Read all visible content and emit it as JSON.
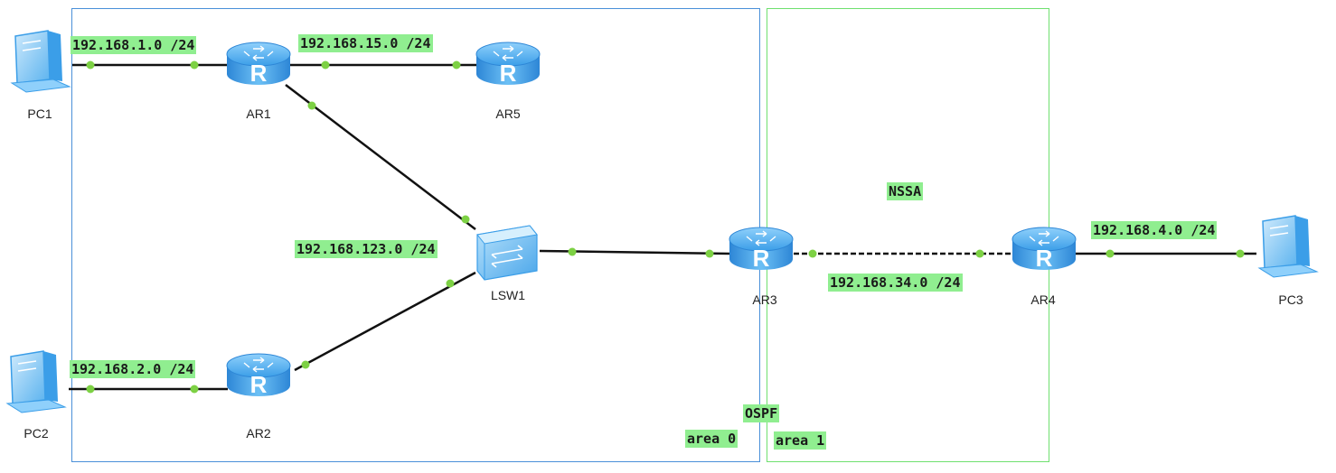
{
  "areas": [
    {
      "id": "area0",
      "label": "area 0",
      "border": "#4a90d9"
    },
    {
      "id": "area1",
      "label": "area 1",
      "border": "#6fe06f",
      "type_label": "NSSA"
    }
  ],
  "protocol_label": "OSPF",
  "devices": [
    {
      "id": "PC1",
      "label": "PC1",
      "kind": "pc-icon"
    },
    {
      "id": "PC2",
      "label": "PC2",
      "kind": "pc-icon"
    },
    {
      "id": "PC3",
      "label": "PC3",
      "kind": "pc-icon"
    },
    {
      "id": "AR1",
      "label": "AR1",
      "kind": "router-icon"
    },
    {
      "id": "AR2",
      "label": "AR2",
      "kind": "router-icon"
    },
    {
      "id": "AR3",
      "label": "AR3",
      "kind": "router-icon"
    },
    {
      "id": "AR4",
      "label": "AR4",
      "kind": "router-icon"
    },
    {
      "id": "AR5",
      "label": "AR5",
      "kind": "router-icon"
    },
    {
      "id": "LSW1",
      "label": "LSW1",
      "kind": "switch-icon"
    }
  ],
  "links": [
    {
      "from": "PC1",
      "to": "AR1",
      "style": "solid"
    },
    {
      "from": "AR1",
      "to": "AR5",
      "style": "solid"
    },
    {
      "from": "AR1",
      "to": "LSW1",
      "style": "solid"
    },
    {
      "from": "PC2",
      "to": "AR2",
      "style": "solid"
    },
    {
      "from": "AR2",
      "to": "LSW1",
      "style": "solid"
    },
    {
      "from": "LSW1",
      "to": "AR3",
      "style": "solid"
    },
    {
      "from": "AR3",
      "to": "AR4",
      "style": "dashed"
    },
    {
      "from": "AR4",
      "to": "PC3",
      "style": "solid"
    }
  ],
  "networks": {
    "net1": "192.168.1.0 /24",
    "net15": "192.168.15.0 /24",
    "net2": "192.168.2.0 /24",
    "net123": "192.168.123.0 /24",
    "net34": "192.168.34.0 /24",
    "net4": "192.168.4.0 /24"
  },
  "colors": {
    "link": "#111111",
    "port_dot": "#7dd144",
    "label_bg": "#90ee90",
    "device_blue": "#3b9ee8"
  }
}
